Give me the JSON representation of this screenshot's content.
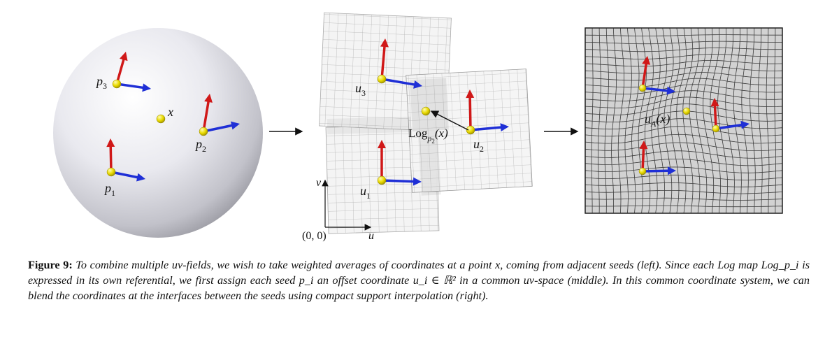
{
  "figure": {
    "left": {
      "points": [
        {
          "name": "p",
          "sub": "3"
        },
        {
          "name": "p",
          "sub": "2"
        },
        {
          "name": "p",
          "sub": "1"
        }
      ],
      "query": "x"
    },
    "middle": {
      "seeds": [
        {
          "name": "u",
          "sub": "3"
        },
        {
          "name": "u",
          "sub": "2"
        },
        {
          "name": "u",
          "sub": "1"
        }
      ],
      "log_label": {
        "text": "Log",
        "sub": "p",
        "subsub": "2",
        "arg": "(x)"
      },
      "axis_u": "u",
      "axis_v": "v",
      "origin": "(0, 0)"
    },
    "right": {
      "blend_label": {
        "name": "u",
        "sub": "A",
        "arg": "(x)"
      }
    }
  },
  "caption": {
    "label": "Figure 9:",
    "text": "To combine multiple uv-fields, we wish to take weighted averages of coordinates at a point x, coming from adjacent seeds (left). Since each Log map Log_p_i is expressed in its own referential, we first assign each seed p_i an offset coordinate u_i ∈ ℝ² in a common uv-space (middle). In this common coordinate system, we can blend the coordinates at the interfaces between the seeds using compact support interpolation (right)."
  },
  "colors": {
    "arrow_red": "#d01818",
    "arrow_blue": "#1f2fd6",
    "point_yellow": "#e8d400",
    "grid_line": "#b4b4b4",
    "warp_line": "#3c3c3c"
  }
}
